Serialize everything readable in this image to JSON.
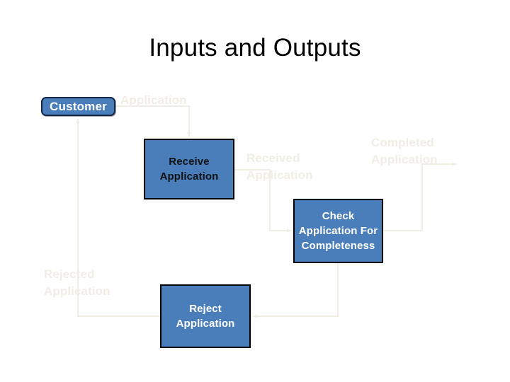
{
  "slide": {
    "title": "Inputs and Outputs",
    "background_color": "#ffffff",
    "title_color": "#000000"
  },
  "colors": {
    "box_fill": "#4a7ebb",
    "box_border": "#000000",
    "entity_border": "#13284b",
    "faint_label": "#efede4",
    "connector": "#efede4",
    "dark_text": "#111111",
    "light_text": "#ffffff"
  },
  "entities": [
    {
      "id": "customer",
      "label": "Customer",
      "shape": "rounded-rectangle",
      "text_color": "#ffffff"
    }
  ],
  "processes": [
    {
      "id": "receive-application",
      "label": "Receive\nApplication",
      "line1": "Receive",
      "line2": "Application",
      "text_color": "#111111"
    },
    {
      "id": "check-application-for-completeness",
      "label": "Check\nApplication\nFor\nCompleteness",
      "line1": "Check",
      "line2": "Application",
      "line3": "For",
      "line4": "Completeness",
      "text_color": "#ffffff"
    },
    {
      "id": "reject-application",
      "label": "Reject\nApplication",
      "line1": "Reject",
      "line2": "Application",
      "text_color": "#ffffff"
    }
  ],
  "data_flows": [
    {
      "id": "application",
      "label": "Application",
      "from": "customer",
      "to": "receive-application"
    },
    {
      "id": "received-application",
      "label": "Received\nApplication",
      "from": "receive-application",
      "to": "check-application-for-completeness"
    },
    {
      "id": "completed-application",
      "label": "Completed\nApplication",
      "from": "check-application-for-completeness",
      "to": "external"
    },
    {
      "id": "rejected-application",
      "label": "Rejected\nApplication",
      "from": "reject-application",
      "to": "customer"
    }
  ]
}
